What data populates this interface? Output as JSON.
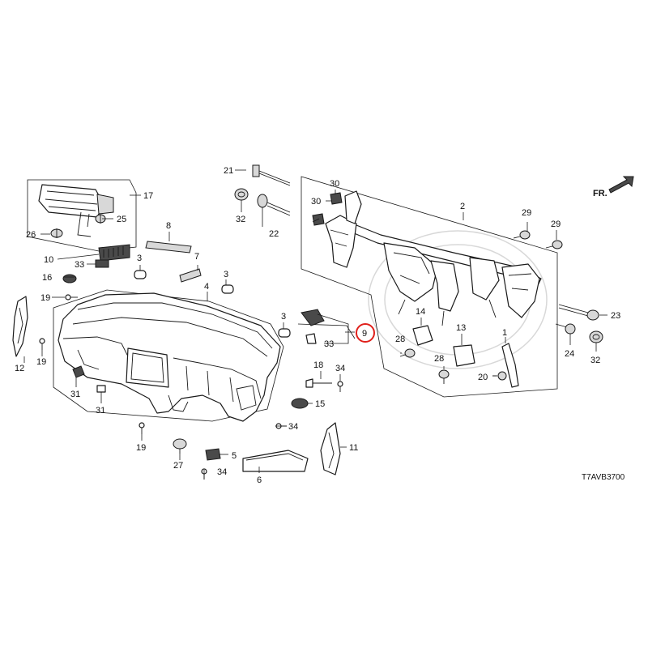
{
  "diagram": {
    "code": "T7AVB3700",
    "direction_label": "FR.",
    "highlight_color": "#e0201b",
    "callouts": [
      {
        "id": "c1",
        "text": "1"
      },
      {
        "id": "c2",
        "text": "2"
      },
      {
        "id": "c3a",
        "text": "3"
      },
      {
        "id": "c3b",
        "text": "3"
      },
      {
        "id": "c3c",
        "text": "3"
      },
      {
        "id": "c4",
        "text": "4"
      },
      {
        "id": "c5",
        "text": "5"
      },
      {
        "id": "c6",
        "text": "6"
      },
      {
        "id": "c7",
        "text": "7"
      },
      {
        "id": "c8",
        "text": "8"
      },
      {
        "id": "c9",
        "text": "9"
      },
      {
        "id": "c10",
        "text": "10"
      },
      {
        "id": "c11",
        "text": "11"
      },
      {
        "id": "c12",
        "text": "12"
      },
      {
        "id": "c13",
        "text": "13"
      },
      {
        "id": "c14",
        "text": "14"
      },
      {
        "id": "c15",
        "text": "15"
      },
      {
        "id": "c16",
        "text": "16"
      },
      {
        "id": "c17",
        "text": "17"
      },
      {
        "id": "c18",
        "text": "18"
      },
      {
        "id": "c19a",
        "text": "19"
      },
      {
        "id": "c19b",
        "text": "19"
      },
      {
        "id": "c19c",
        "text": "19"
      },
      {
        "id": "c20",
        "text": "20"
      },
      {
        "id": "c21",
        "text": "21"
      },
      {
        "id": "c22",
        "text": "22"
      },
      {
        "id": "c23",
        "text": "23"
      },
      {
        "id": "c24",
        "text": "24"
      },
      {
        "id": "c25",
        "text": "25"
      },
      {
        "id": "c26",
        "text": "26"
      },
      {
        "id": "c27",
        "text": "27"
      },
      {
        "id": "c28a",
        "text": "28"
      },
      {
        "id": "c28b",
        "text": "28"
      },
      {
        "id": "c29a",
        "text": "29"
      },
      {
        "id": "c29b",
        "text": "29"
      },
      {
        "id": "c30a",
        "text": "30"
      },
      {
        "id": "c30b",
        "text": "30"
      },
      {
        "id": "c31a",
        "text": "31"
      },
      {
        "id": "c31b",
        "text": "31"
      },
      {
        "id": "c32a",
        "text": "32"
      },
      {
        "id": "c32b",
        "text": "32"
      },
      {
        "id": "c33a",
        "text": "33"
      },
      {
        "id": "c33b",
        "text": "33"
      },
      {
        "id": "c34a",
        "text": "34"
      },
      {
        "id": "c34b",
        "text": "34"
      },
      {
        "id": "c34c",
        "text": "34"
      }
    ]
  }
}
